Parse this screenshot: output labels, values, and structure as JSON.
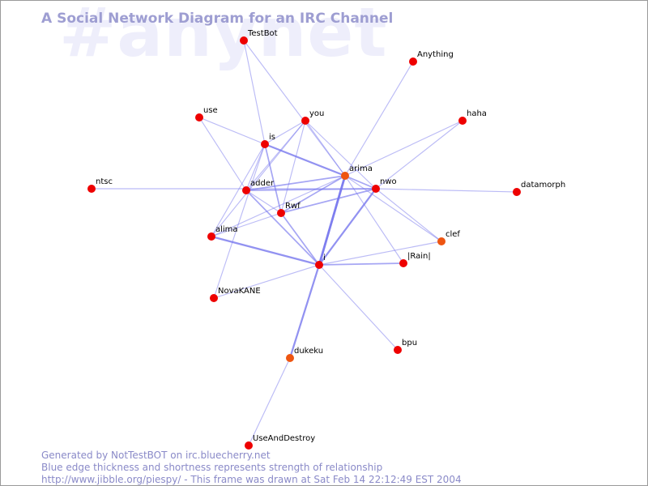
{
  "watermark": "#anynet",
  "title": "A Social Network Diagram for an IRC Channel",
  "footer": {
    "line1": "Generated by NotTestBOT on irc.bluecherry.net",
    "line2": "Blue edge thickness and shortness represents strength of relationship",
    "line3": "http://www.jibble.org/piespy/ - This frame was drawn at Sat Feb 14 22:12:49 EST 2004"
  },
  "colors": {
    "node_red": "#ee0000",
    "node_orange": "#ee5511",
    "edge": "#7777ee",
    "title": "#9e9ed2",
    "watermark": "#eeeefb"
  },
  "nodes": [
    {
      "id": "TestBot",
      "label": "TestBot",
      "color": "red"
    },
    {
      "id": "Anything",
      "label": "Anything",
      "color": "red"
    },
    {
      "id": "use",
      "label": "use",
      "color": "red"
    },
    {
      "id": "you",
      "label": "you",
      "color": "red"
    },
    {
      "id": "haha",
      "label": "haha",
      "color": "red"
    },
    {
      "id": "is",
      "label": "is",
      "color": "red"
    },
    {
      "id": "arima",
      "label": "arima",
      "color": "orange"
    },
    {
      "id": "ntsc",
      "label": "ntsc",
      "color": "red"
    },
    {
      "id": "adder",
      "label": "adder",
      "color": "red"
    },
    {
      "id": "nwo",
      "label": "nwo",
      "color": "red"
    },
    {
      "id": "datamorph",
      "label": "datamorph",
      "color": "red"
    },
    {
      "id": "Rwf",
      "label": "Rwf",
      "color": "red"
    },
    {
      "id": "alima",
      "label": "alima",
      "color": "red"
    },
    {
      "id": "clef",
      "label": "clef",
      "color": "orange"
    },
    {
      "id": "Rain",
      "label": "|Rain|",
      "color": "red"
    },
    {
      "id": "i",
      "label": "i",
      "color": "red"
    },
    {
      "id": "NovaKANE",
      "label": "NovaKANE",
      "color": "red"
    },
    {
      "id": "bpu",
      "label": "bpu",
      "color": "red"
    },
    {
      "id": "dukeku",
      "label": "dukeku",
      "color": "orange"
    },
    {
      "id": "UseAndDestroy",
      "label": "UseAndDestroy",
      "color": "red"
    }
  ],
  "edges": [
    {
      "from": "TestBot",
      "to": "is",
      "strength": 1
    },
    {
      "from": "TestBot",
      "to": "arima",
      "strength": 1
    },
    {
      "from": "Anything",
      "to": "arima",
      "strength": 1
    },
    {
      "from": "use",
      "to": "is",
      "strength": 1
    },
    {
      "from": "use",
      "to": "adder",
      "strength": 1
    },
    {
      "from": "you",
      "to": "is",
      "strength": 1
    },
    {
      "from": "you",
      "to": "adder",
      "strength": 1
    },
    {
      "from": "you",
      "to": "arima",
      "strength": 1
    },
    {
      "from": "you",
      "to": "nwo",
      "strength": 1
    },
    {
      "from": "you",
      "to": "alima",
      "strength": 1
    },
    {
      "from": "you",
      "to": "Rwf",
      "strength": 1
    },
    {
      "from": "haha",
      "to": "arima",
      "strength": 1
    },
    {
      "from": "haha",
      "to": "nwo",
      "strength": 1
    },
    {
      "from": "is",
      "to": "arima",
      "strength": 3
    },
    {
      "from": "is",
      "to": "Rwf",
      "strength": 2
    },
    {
      "from": "is",
      "to": "adder",
      "strength": 1
    },
    {
      "from": "is",
      "to": "alima",
      "strength": 1
    },
    {
      "from": "is",
      "to": "NovaKANE",
      "strength": 1
    },
    {
      "from": "arima",
      "to": "i",
      "strength": 4
    },
    {
      "from": "arima",
      "to": "adder",
      "strength": 2
    },
    {
      "from": "arima",
      "to": "Rwf",
      "strength": 2
    },
    {
      "from": "arima",
      "to": "nwo",
      "strength": 2
    },
    {
      "from": "arima",
      "to": "Rain",
      "strength": 1
    },
    {
      "from": "arima",
      "to": "clef",
      "strength": 1
    },
    {
      "from": "arima",
      "to": "alima",
      "strength": 1
    },
    {
      "from": "ntsc",
      "to": "nwo",
      "strength": 1
    },
    {
      "from": "adder",
      "to": "nwo",
      "strength": 2
    },
    {
      "from": "adder",
      "to": "Rwf",
      "strength": 1
    },
    {
      "from": "adder",
      "to": "i",
      "strength": 2
    },
    {
      "from": "nwo",
      "to": "datamorph",
      "strength": 1
    },
    {
      "from": "nwo",
      "to": "i",
      "strength": 3
    },
    {
      "from": "nwo",
      "to": "Rwf",
      "strength": 2
    },
    {
      "from": "nwo",
      "to": "clef",
      "strength": 1
    },
    {
      "from": "Rwf",
      "to": "i",
      "strength": 2
    },
    {
      "from": "Rwf",
      "to": "alima",
      "strength": 1
    },
    {
      "from": "alima",
      "to": "i",
      "strength": 3
    },
    {
      "from": "i",
      "to": "Rain",
      "strength": 2
    },
    {
      "from": "i",
      "to": "clef",
      "strength": 1
    },
    {
      "from": "i",
      "to": "NovaKANE",
      "strength": 1
    },
    {
      "from": "i",
      "to": "bpu",
      "strength": 1
    },
    {
      "from": "i",
      "to": "dukeku",
      "strength": 3
    },
    {
      "from": "dukeku",
      "to": "UseAndDestroy",
      "strength": 1
    }
  ]
}
